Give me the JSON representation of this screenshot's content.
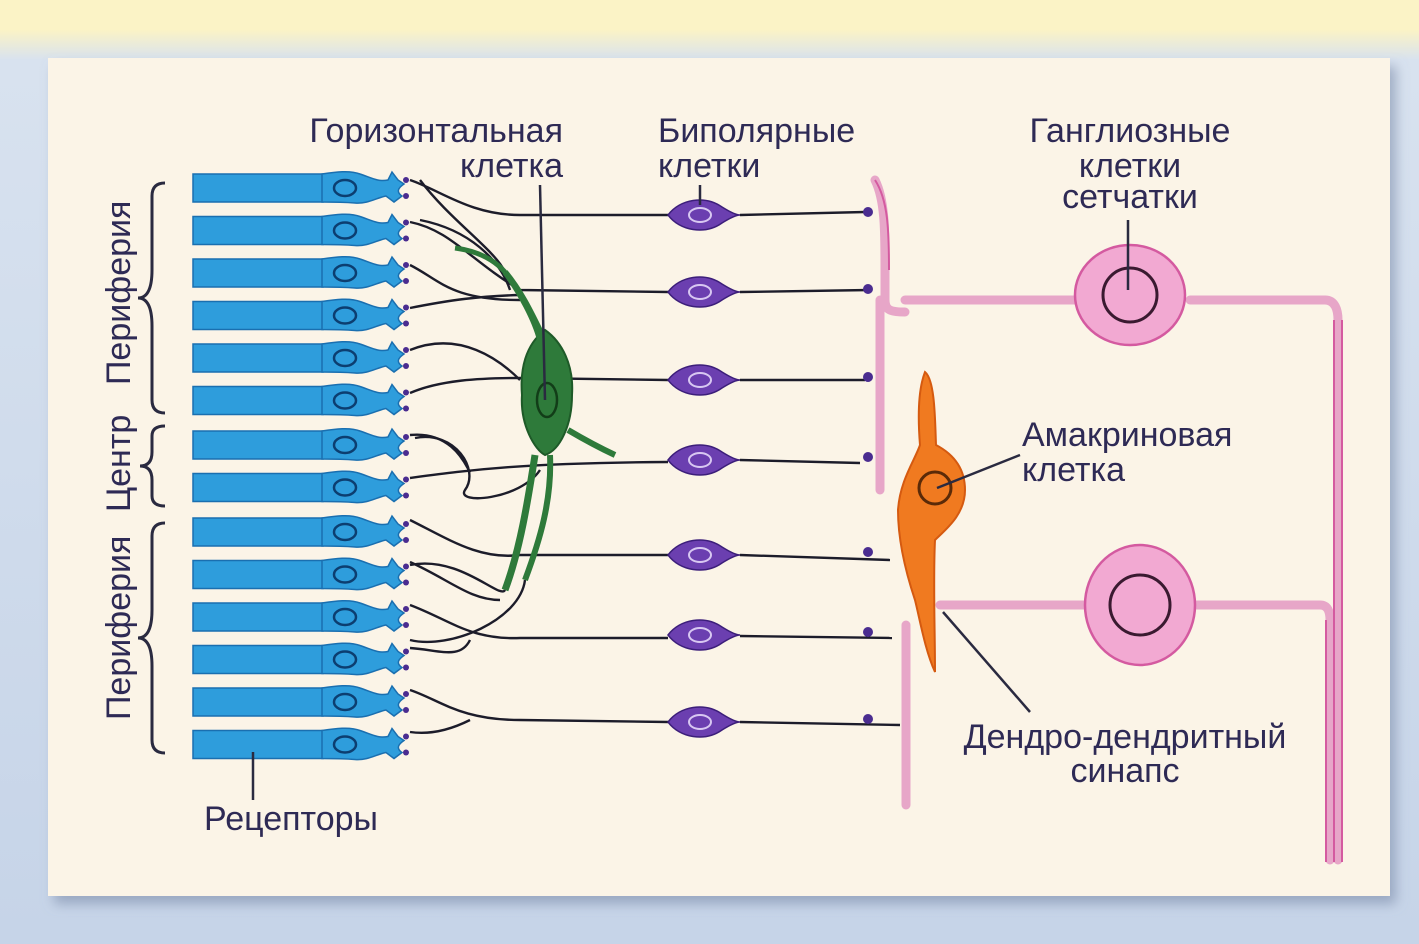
{
  "labels": {
    "horizontal_cell": [
      "Горизонтальная",
      "клетка"
    ],
    "bipolar_cells": [
      "Биполярные",
      "клетки"
    ],
    "ganglion_cells": [
      "Ганглиозные",
      "клетки",
      "сетчатки"
    ],
    "amacrine_cell": [
      "Амакриновая",
      "клетка"
    ],
    "dendro_synapse": [
      "Дендро-дендритный",
      "синапс"
    ],
    "receptors": "Рецепторы",
    "periphery_top": "Периферия",
    "center": "Центр",
    "periphery_bottom": "Периферия"
  },
  "colors": {
    "receptor": "#2e9ddc",
    "receptor_dark": "#1a6fb0",
    "horizontal": "#2e7a3a",
    "bipolar": "#6b3fb0",
    "ganglion": "#f2a9d2",
    "ganglion_line": "#d45aa0",
    "amacrine": "#f07a20",
    "panel": "#fbf4e7",
    "text": "#2e2a55"
  }
}
